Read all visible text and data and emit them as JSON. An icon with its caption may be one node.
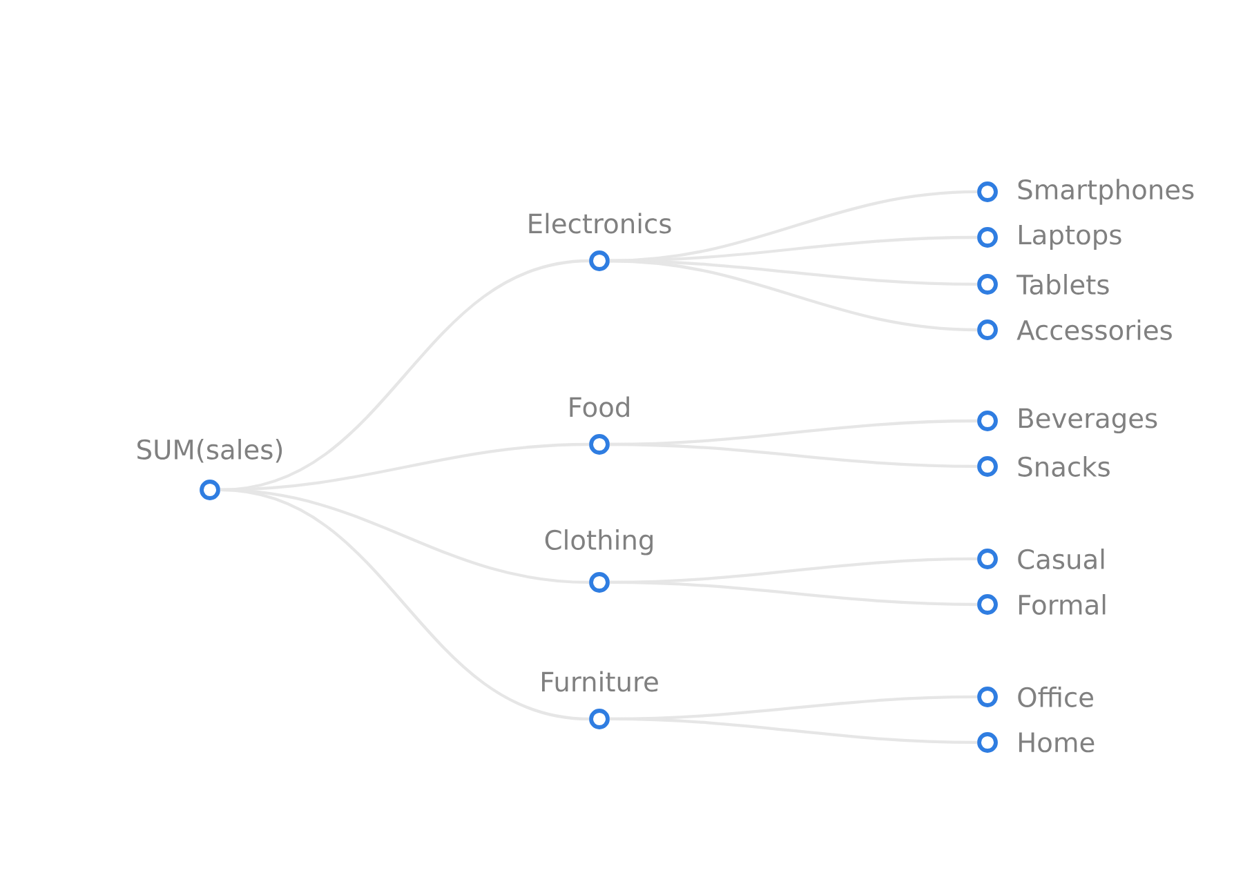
{
  "diagram": {
    "nodes": [
      {
        "text": [
          "SUM(sales)"
        ]
      },
      {
        "text": [
          "Electronics"
        ]
      },
      {
        "text": [
          "Food"
        ]
      },
      {
        "text": [
          "Clothing"
        ]
      },
      {
        "text": [
          "Furniture"
        ]
      },
      {
        "text": [
          "Smartphones"
        ]
      },
      {
        "text": [
          "Laptops"
        ]
      },
      {
        "text": [
          "Tablets"
        ]
      },
      {
        "text": [
          "Accessories"
        ]
      },
      {
        "text": [
          "Beverages"
        ]
      },
      {
        "text": [
          "Snacks"
        ]
      },
      {
        "text": [
          "Casual"
        ]
      },
      {
        "text": [
          "Formal"
        ]
      },
      {
        "text": [
          "Office"
        ]
      },
      {
        "text": [
          "Home"
        ]
      }
    ],
    "edges": [
      {
        "from": 0,
        "to": 1,
        "arrow": "none"
      },
      {
        "from": 0,
        "to": 2,
        "arrow": "none"
      },
      {
        "from": 0,
        "to": 3,
        "arrow": "none"
      },
      {
        "from": 0,
        "to": 4,
        "arrow": "none"
      },
      {
        "from": 1,
        "to": 5,
        "arrow": "none"
      },
      {
        "from": 1,
        "to": 6,
        "arrow": "none"
      },
      {
        "from": 1,
        "to": 7,
        "arrow": "none"
      },
      {
        "from": 1,
        "to": 8,
        "arrow": "none"
      },
      {
        "from": 2,
        "to": 9,
        "arrow": "none"
      },
      {
        "from": 2,
        "to": 10,
        "arrow": "none"
      },
      {
        "from": 3,
        "to": 11,
        "arrow": "none"
      },
      {
        "from": 3,
        "to": 12,
        "arrow": "none"
      },
      {
        "from": 4,
        "to": 13,
        "arrow": "none"
      },
      {
        "from": 4,
        "to": 14,
        "arrow": "none"
      }
    ]
  }
}
